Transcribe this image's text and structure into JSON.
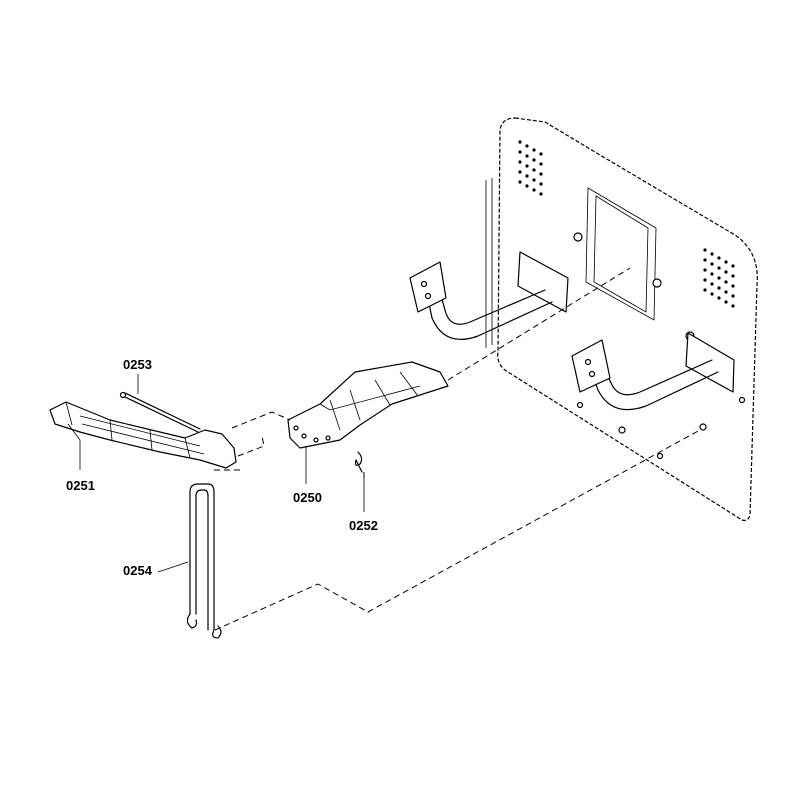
{
  "labels": {
    "p0250": "0250",
    "p0251": "0251",
    "p0252": "0252",
    "p0253": "0253",
    "p0254": "0254"
  }
}
